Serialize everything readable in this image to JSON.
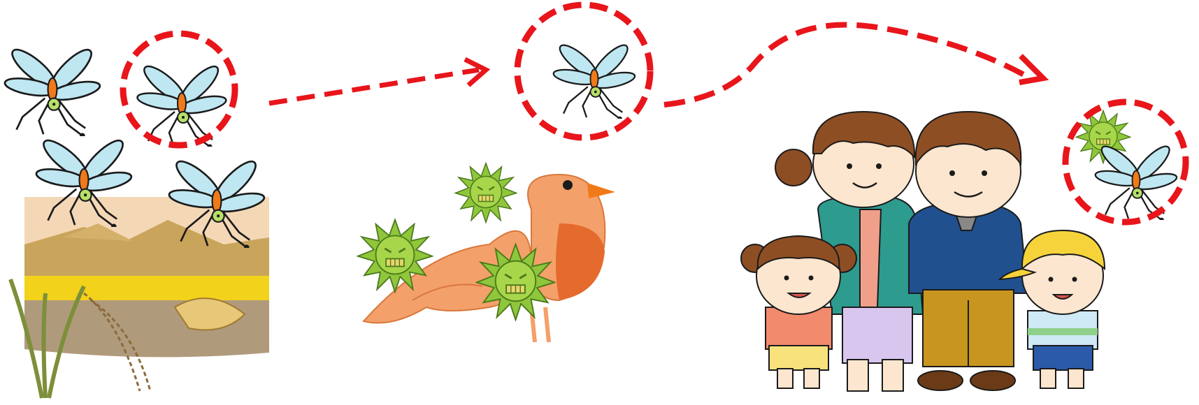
{
  "diagram": {
    "stages": [
      {
        "id": "rice-field",
        "elements": [
          "mosquito",
          "mosquito",
          "mosquito",
          "mosquito",
          "rice-field"
        ],
        "highlighted": "mosquito"
      },
      {
        "id": "bird-host",
        "elements": [
          "mosquito",
          "bird",
          "virus",
          "virus",
          "virus"
        ],
        "highlighted": "mosquito"
      },
      {
        "id": "human-family",
        "elements": [
          "mother",
          "father",
          "girl",
          "boy",
          "mosquito",
          "virus"
        ],
        "highlighted": "virus-carrying-mosquito"
      }
    ],
    "flow": [
      "rice-field",
      "bird-host",
      "human-family"
    ]
  },
  "colors": {
    "highlight": "#e8151b",
    "mosquito_wing": "#bfe7f2",
    "mosquito_body": "#f07a1a",
    "mosquito_head": "#b6e06a",
    "virus": "#8fc63b",
    "bird": "#f4a06a",
    "bird_breast": "#e46b2d",
    "field_sky": "#f4d8b6",
    "field_gold": "#f3d21b",
    "field_soil": "#b09a7c",
    "skin": "#fde6cf",
    "hair": "#8e4e24"
  },
  "icons": [
    "mosquito-icon",
    "virus-icon",
    "bird-icon",
    "rice-field-icon",
    "family-icon",
    "arrow-icon"
  ]
}
